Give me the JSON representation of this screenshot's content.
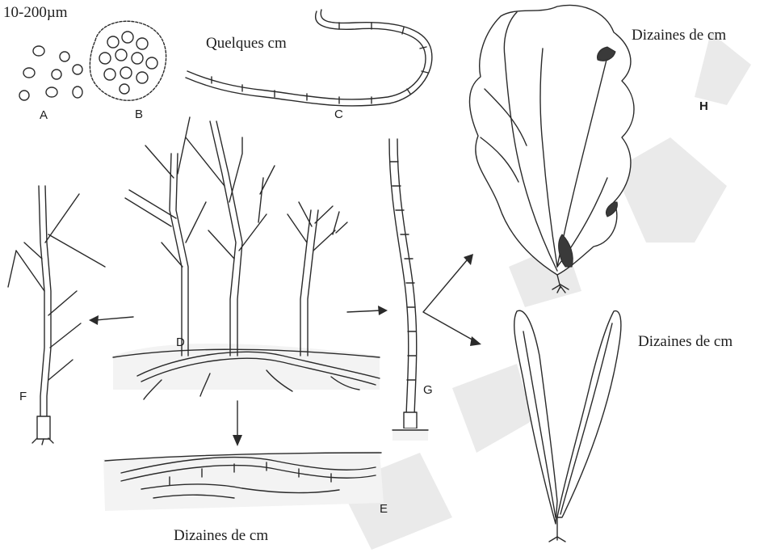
{
  "figure": {
    "labels": {
      "size_unicellular": "10-200µm",
      "size_filament": "Quelques cm",
      "size_H": "Dizaines de cm",
      "size_right_thallus": "Dizaines de cm",
      "size_bottom": "Dizaines de cm",
      "A": "A",
      "B": "B",
      "C": "C",
      "D": "D",
      "E": "E",
      "F": "F",
      "G": "G",
      "H": "H"
    }
  }
}
